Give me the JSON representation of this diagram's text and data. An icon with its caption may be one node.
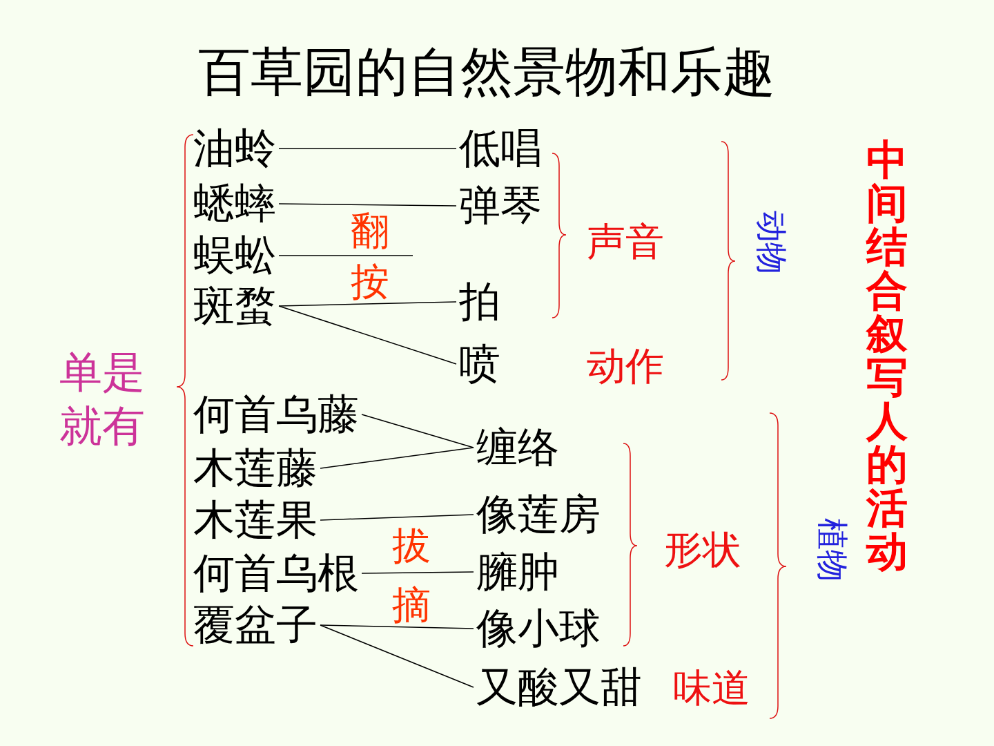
{
  "diagram": {
    "title": "百草园的自然景物和乐趣",
    "nodes": [
      {
        "text": [
          "油蛉"
        ]
      },
      {
        "text": [
          "蟋蟀"
        ]
      },
      {
        "text": [
          "蜈蚣"
        ]
      },
      {
        "text": [
          "斑蝥"
        ]
      },
      {
        "text": [
          "低唱"
        ]
      },
      {
        "text": [
          "弹琴"
        ]
      },
      {
        "text": [
          "拍"
        ]
      },
      {
        "text": [
          "喷"
        ]
      },
      {
        "text": [
          "何首乌藤"
        ]
      },
      {
        "text": [
          "木莲藤"
        ]
      },
      {
        "text": [
          "木莲果"
        ]
      },
      {
        "text": [
          "何首乌根"
        ]
      },
      {
        "text": [
          "覆盆子"
        ]
      },
      {
        "text": [
          "缠络"
        ]
      },
      {
        "text": [
          "像莲房"
        ]
      },
      {
        "text": [
          "臃肿"
        ]
      },
      {
        "text": [
          "像小球"
        ]
      },
      {
        "text": [
          "又酸又甜"
        ]
      }
    ],
    "edges": [
      {
        "from": 0,
        "to": 4,
        "arrow": "none"
      },
      {
        "from": 1,
        "to": 5,
        "arrow": "none"
      },
      {
        "from": 2,
        "to": null,
        "arrow": "none"
      },
      {
        "from": 3,
        "to": 6,
        "arrow": "none"
      },
      {
        "from": 3,
        "to": 7,
        "arrow": "none"
      },
      {
        "from": 8,
        "to": 13,
        "arrow": "none"
      },
      {
        "from": 9,
        "to": 13,
        "arrow": "none"
      },
      {
        "from": 10,
        "to": 14,
        "arrow": "none"
      },
      {
        "from": 11,
        "to": 15,
        "arrow": "none"
      },
      {
        "from": 12,
        "to": 16,
        "arrow": "none"
      },
      {
        "from": 12,
        "to": 17,
        "arrow": "none"
      }
    ],
    "labels": [
      "中间结合叙写人的活动",
      "翻",
      "声音",
      "动物",
      "按",
      "单是就有",
      "动作",
      "拔",
      "形状",
      "植物",
      "摘",
      "味道"
    ]
  }
}
